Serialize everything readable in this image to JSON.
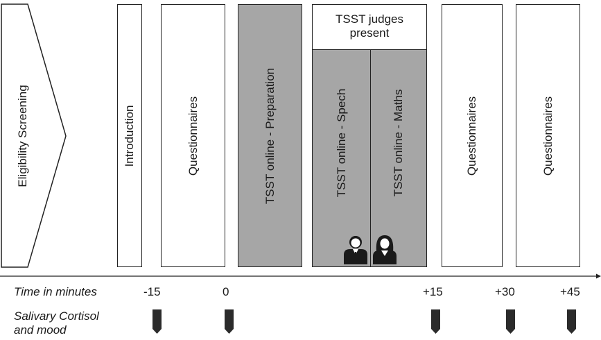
{
  "phases": {
    "eligibility": "Eligibility Screening",
    "introduction": "Introduction",
    "questionnaires_1": "Questionnaires",
    "preparation": "TSST online - Preparation",
    "judges_header_line1": "TSST judges",
    "judges_header_line2": "present",
    "speech": "TSST online - Spech",
    "maths": "TSST online - Maths",
    "questionnaires_2": "Questionnaires",
    "questionnaires_3": "Questionnaires"
  },
  "timeline": {
    "label": "Time in minutes",
    "ticks": [
      "-15",
      "0",
      "+15",
      "+30",
      "+45"
    ]
  },
  "cortisol": {
    "label_line1": "Salivary Cortisol",
    "label_line2": "and mood",
    "sample_count": 5
  },
  "icons": [
    "male-judge-icon",
    "female-judge-icon"
  ],
  "colors": {
    "task_fill": "#a6a6a6",
    "box_border": "#222222",
    "marker": "#2b2b2b"
  }
}
